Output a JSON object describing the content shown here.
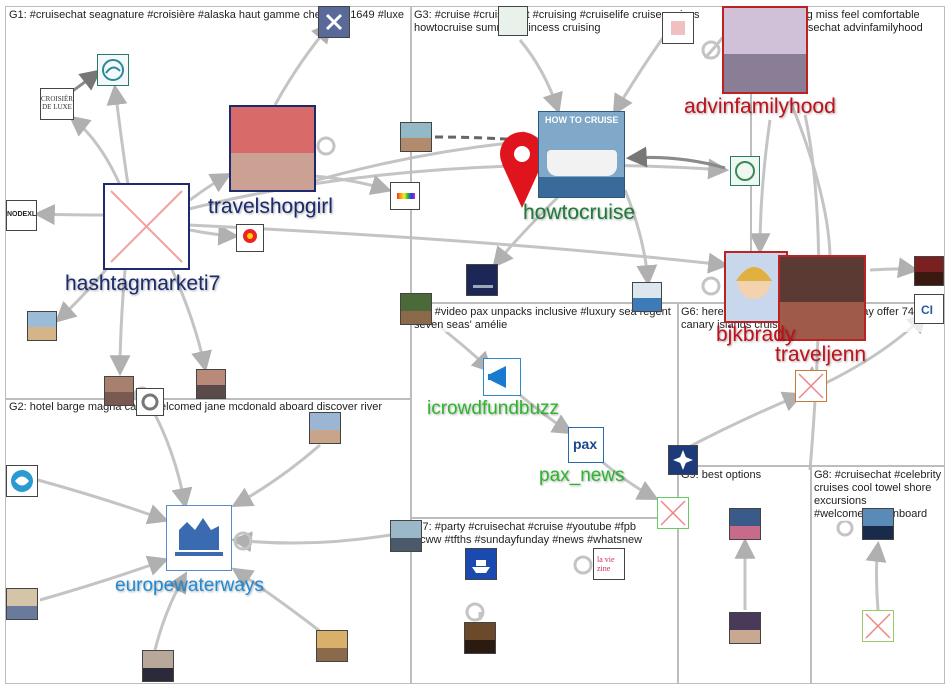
{
  "groups": [
    {
      "id": "g1",
      "label": "G1: #cruisechat seagnature #croisière #alaska haut gamme chez dès 1649 #luxe"
    },
    {
      "id": "g2",
      "label": "G2: hotel barge magna carta welcomed jane mcdonald aboard discover river"
    },
    {
      "id": "g3",
      "label": "G3: #cruise #cruisechat #cruising #cruiselife cruise cruises howtocruise summer princess cruising"
    },
    {
      "id": "g4",
      "label": "G4: #video pax unpacks inclusive #luxury sea regent seven seas' amélie"
    },
    {
      "id": "g5",
      "label": "G5: cruising miss feel comfortable again #cruisechat advinfamilyhood"
    },
    {
      "id": "g6",
      "label": "G6: here's nice warming #traveltuesday offer 749 15 canary islands cruise"
    },
    {
      "id": "g7",
      "label": "G7: #party #cruisechat #cruise #youtube #fpb #cww #tfths #sundayfunday #news #whatsnew"
    },
    {
      "id": "g8",
      "label": "G8: #cruisechat #celebrity cruises cool towel shore excursions #welcomebackonboard"
    },
    {
      "id": "g9",
      "label": "G9: best options"
    }
  ],
  "labels": {
    "hashtagmarketi7": "hashtagmarketi7",
    "travelshopgirl": "travelshopgirl",
    "howtocruise": "howtocruise",
    "advinfamilyhood": "advinfamilyhood",
    "bjkbrady": "bjkbrady",
    "traveljenn": "traveljenn",
    "icrowdfundbuzz": "icrowdfundbuzz",
    "pax_news": "pax_news",
    "europewaterways": "europewaterways"
  },
  "node_text": {
    "croisiere_logo": "CROISIÈRE DE LUXE",
    "nodexl_logo": "NODEXL",
    "howtocruise_banner": "HOW TO CRUISE",
    "pax_logo": "pax",
    "ci_logo": "CI",
    "lavie_logo": "la vie zine"
  },
  "colors": {
    "label_navy": "#1a2a6c",
    "label_green": "#1e7a3a",
    "label_bright_green": "#2db52d",
    "label_red": "#c0101a",
    "label_blue": "#1e8ad6",
    "edge_gray": "#b8b8b8",
    "edge_dark": "#7a7a7a",
    "howtocruise_marker": "#e0141c"
  }
}
